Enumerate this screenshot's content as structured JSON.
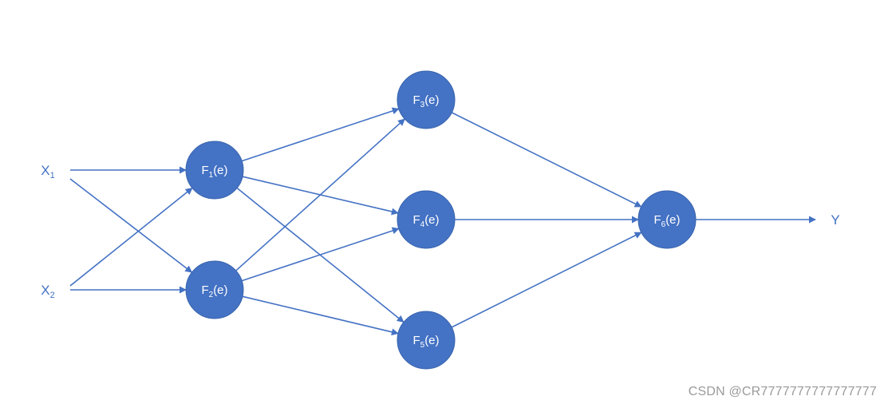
{
  "diagram": {
    "inputs": [
      {
        "id": "X1",
        "main": "X",
        "sub": "1"
      },
      {
        "id": "X2",
        "main": "X",
        "sub": "2"
      }
    ],
    "nodes": [
      {
        "id": "F1",
        "main": "F",
        "sub": "1",
        "suffix": "(e)"
      },
      {
        "id": "F2",
        "main": "F",
        "sub": "2",
        "suffix": "(e)"
      },
      {
        "id": "F3",
        "main": "F",
        "sub": "3",
        "suffix": "(e)"
      },
      {
        "id": "F4",
        "main": "F",
        "sub": "4",
        "suffix": "(e)"
      },
      {
        "id": "F5",
        "main": "F",
        "sub": "5",
        "suffix": "(e)"
      },
      {
        "id": "F6",
        "main": "F",
        "sub": "6",
        "suffix": "(e)"
      }
    ],
    "output": {
      "id": "Y",
      "label": "Y"
    },
    "edges": [
      {
        "from": "X1",
        "to": "F1"
      },
      {
        "from": "X1",
        "to": "F2"
      },
      {
        "from": "X2",
        "to": "F1"
      },
      {
        "from": "X2",
        "to": "F2"
      },
      {
        "from": "F1",
        "to": "F3"
      },
      {
        "from": "F1",
        "to": "F4"
      },
      {
        "from": "F1",
        "to": "F5"
      },
      {
        "from": "F2",
        "to": "F3"
      },
      {
        "from": "F2",
        "to": "F4"
      },
      {
        "from": "F2",
        "to": "F5"
      },
      {
        "from": "F3",
        "to": "F6"
      },
      {
        "from": "F4",
        "to": "F6"
      },
      {
        "from": "F5",
        "to": "F6"
      },
      {
        "from": "F6",
        "to": "Y"
      }
    ],
    "colors": {
      "node_fill": "#4472c4",
      "edge": "#4472c4",
      "node_text": "#ffffff",
      "io_text": "#4472c4"
    }
  },
  "watermark": "CSDN @CR7777777777777777"
}
